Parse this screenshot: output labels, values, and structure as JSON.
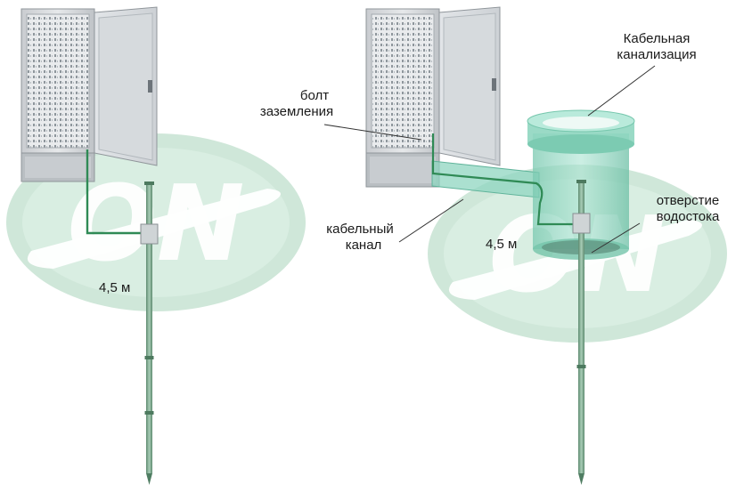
{
  "watermark": {
    "text": "ON",
    "color": "#cde6d8",
    "letter_color": "#ffffff"
  },
  "left_scheme": {
    "depth_label": "4,5 м"
  },
  "right_scheme": {
    "cable_duct_system_label": [
      "Кабельная",
      "канализация"
    ],
    "ground_bolt_label": [
      "болт",
      "заземления"
    ],
    "cable_channel_label": [
      "кабельный",
      "канал"
    ],
    "drain_hole_label": [
      "отверстие",
      "водостока"
    ],
    "depth_label": "4,5 м"
  },
  "colors": {
    "cabinet_body": "#d9dcdf",
    "cabinet_edge": "#9aa0a5",
    "ground_wire": "#2f8a55",
    "rod": "#7aa58a",
    "well": "#8fd6c0",
    "leader": "#333333"
  }
}
